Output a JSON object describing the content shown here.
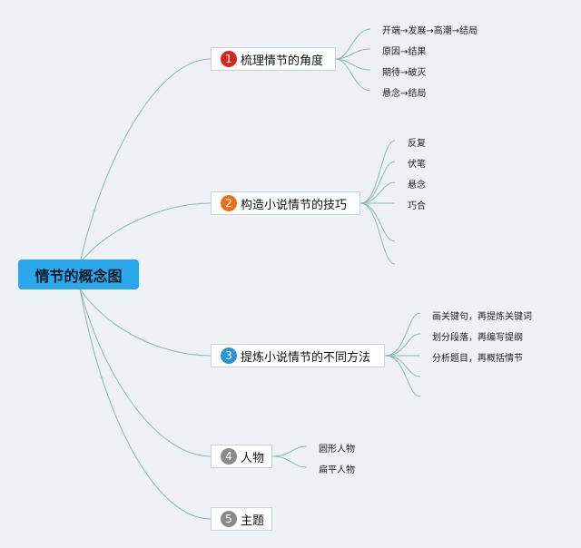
{
  "root": {
    "label": "情节的概念图"
  },
  "branches": [
    {
      "num": "1",
      "label": "梳理情节的角度",
      "color": "#d8261f",
      "leaves": [
        "开端→发展→高潮→结局",
        "原因→结果",
        "期待→破灭",
        "悬念→结局"
      ]
    },
    {
      "num": "2",
      "label": "构造小说情节的技巧",
      "color": "#e8731c",
      "leaves": [
        "反复",
        "伏笔",
        "悬念",
        "巧合"
      ]
    },
    {
      "num": "3",
      "label": "提炼小说情节的不同方法",
      "color": "#2a93d5",
      "leaves": [
        "画关键句，再提炼关键词",
        "划分段落，再编写提纲",
        "分析题目，再概括情节"
      ]
    },
    {
      "num": "4",
      "label": "人物",
      "color": "#8a8a8a",
      "leaves": [
        "圆形人物",
        "扁平人物"
      ]
    },
    {
      "num": "5",
      "label": "主题",
      "color": "#8a8a8a",
      "leaves": []
    }
  ],
  "colors": {
    "line": "#8fb8b3",
    "root_bg": "#2aa8ea"
  }
}
